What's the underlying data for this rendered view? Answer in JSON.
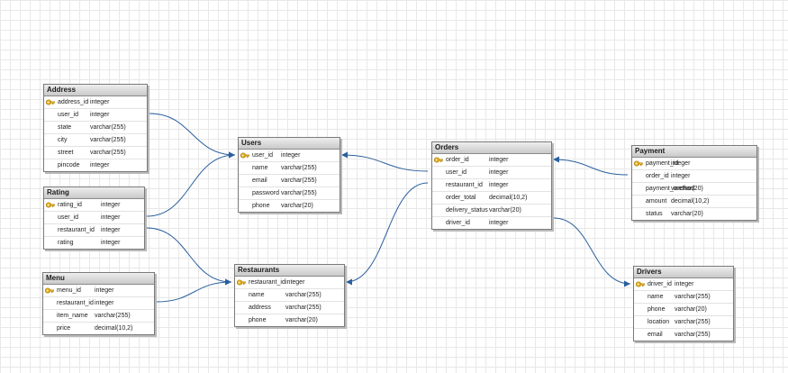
{
  "tables": {
    "address": {
      "title": "Address",
      "columns": [
        {
          "name": "address_id",
          "type": "integer",
          "key": true
        },
        {
          "name": "user_id",
          "type": "integer"
        },
        {
          "name": "state",
          "type": "varchar(255)"
        },
        {
          "name": "city",
          "type": "varchar(255)"
        },
        {
          "name": "street",
          "type": "varchar(255)"
        },
        {
          "name": "pincode",
          "type": "integer"
        }
      ]
    },
    "rating": {
      "title": "Rating",
      "columns": [
        {
          "name": "rating_id",
          "type": "integer",
          "key": true
        },
        {
          "name": "user_id",
          "type": "integer"
        },
        {
          "name": "restaurant_id",
          "type": "integer"
        },
        {
          "name": "rating",
          "type": "integer"
        }
      ]
    },
    "menu": {
      "title": "Menu",
      "columns": [
        {
          "name": "menu_id",
          "type": "integer",
          "key": true
        },
        {
          "name": "restaurant_id",
          "type": "integer"
        },
        {
          "name": "item_name",
          "type": "varchar(255)"
        },
        {
          "name": "price",
          "type": "decimal(10,2)"
        }
      ]
    },
    "users": {
      "title": "Users",
      "columns": [
        {
          "name": "user_id",
          "type": "integer",
          "key": true
        },
        {
          "name": "name",
          "type": "varchar(255)"
        },
        {
          "name": "email",
          "type": "varchar(255)"
        },
        {
          "name": "password",
          "type": "varchar(255)"
        },
        {
          "name": "phone",
          "type": "varchar(20)"
        }
      ]
    },
    "restaurants": {
      "title": "Restaurants",
      "columns": [
        {
          "name": "restaurant_id",
          "type": "integer",
          "key": true
        },
        {
          "name": "name",
          "type": "varchar(255)"
        },
        {
          "name": "address",
          "type": "varchar(255)"
        },
        {
          "name": "phone",
          "type": "varchar(20)"
        }
      ]
    },
    "orders": {
      "title": "Orders",
      "columns": [
        {
          "name": "order_id",
          "type": "integer",
          "key": true
        },
        {
          "name": "user_id",
          "type": "integer"
        },
        {
          "name": "restaurant_id",
          "type": "integer"
        },
        {
          "name": "order_total",
          "type": "decimal(10,2)"
        },
        {
          "name": "delivery_status",
          "type": "varchar(20)"
        },
        {
          "name": "driver_id",
          "type": "integer"
        }
      ]
    },
    "payment": {
      "title": "Payment",
      "columns": [
        {
          "name": "payment_id",
          "type": "integer",
          "key": true
        },
        {
          "name": "order_id",
          "type": "integer"
        },
        {
          "name": "payment_method",
          "type": "varchar(20)"
        },
        {
          "name": "amount",
          "type": "decimal(10,2)"
        },
        {
          "name": "status",
          "type": "varchar(20)"
        }
      ]
    },
    "drivers": {
      "title": "Drivers",
      "columns": [
        {
          "name": "driver_id",
          "type": "integer",
          "key": true
        },
        {
          "name": "name",
          "type": "varchar(255)"
        },
        {
          "name": "phone",
          "type": "varchar(20)"
        },
        {
          "name": "location",
          "type": "varchar(255)"
        },
        {
          "name": "email",
          "type": "varchar(255)"
        }
      ]
    }
  },
  "relationships": [
    {
      "from": "address.user_id",
      "to": "users.user_id"
    },
    {
      "from": "rating.user_id",
      "to": "users.user_id"
    },
    {
      "from": "rating.restaurant_id",
      "to": "restaurants.restaurant_id"
    },
    {
      "from": "menu.restaurant_id",
      "to": "restaurants.restaurant_id"
    },
    {
      "from": "orders.user_id",
      "to": "users.user_id"
    },
    {
      "from": "orders.restaurant_id",
      "to": "restaurants.restaurant_id"
    },
    {
      "from": "payment.order_id",
      "to": "orders.order_id"
    },
    {
      "from": "orders.driver_id",
      "to": "drivers.driver_id"
    }
  ],
  "colors": {
    "connector": "#2a5f9e",
    "key_icon": "#e8b520"
  }
}
